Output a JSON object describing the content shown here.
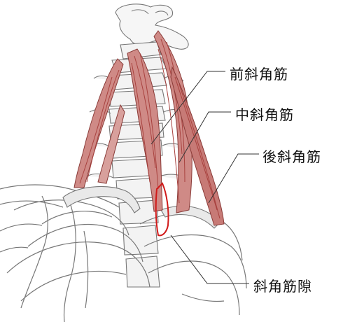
{
  "labels": {
    "anterior_scalene": "前斜角筋",
    "middle_scalene": "中斜角筋",
    "posterior_scalene": "後斜角筋",
    "scalene_gap": "斜角筋隙"
  },
  "colors": {
    "muscle_fill": "#cf8a86",
    "muscle_dark": "#a8423f",
    "outline": "#6d6d6d",
    "bone_fill": "#f4f4f4",
    "leader_line": "#333333",
    "gap_outline": "#d11a1a"
  }
}
